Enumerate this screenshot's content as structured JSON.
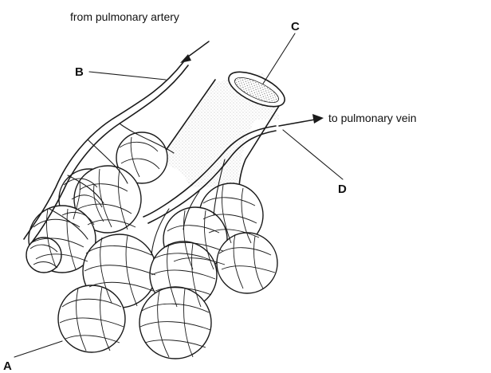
{
  "labels": {
    "from_artery": "from pulmonary artery",
    "to_vein": "to pulmonary vein",
    "a": "A",
    "b": "B",
    "c": "C",
    "d": "D"
  },
  "colors": {
    "ink": "#1a1a1a",
    "background": "#ffffff"
  }
}
